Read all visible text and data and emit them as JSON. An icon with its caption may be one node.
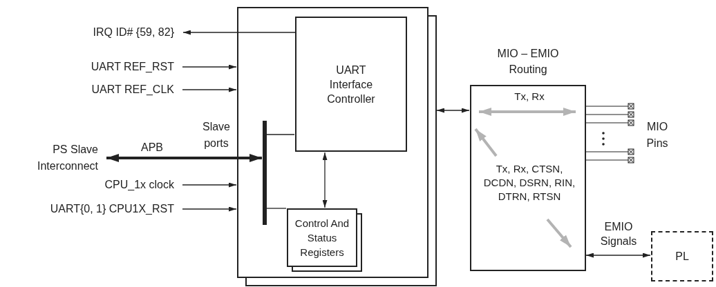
{
  "diagram": {
    "nodes": [
      {
        "text": [],
        "shape": "box"
      },
      {
        "text": [
          "UART Interface Controller"
        ],
        "in": 0
      },
      {
        "text": [
          "Control And Status Registers"
        ],
        "in": 0
      },
      {
        "text": [],
        "shape": "bar",
        "in": 0
      },
      {
        "text": [
          "IRQ ID# {59, 82}"
        ]
      },
      {
        "text": [
          "UART REF_RST"
        ]
      },
      {
        "text": [
          "UART REF_CLK"
        ]
      },
      {
        "text": [
          "PS Slave Interconnect"
        ]
      },
      {
        "text": [
          "CPU_1x clock"
        ]
      },
      {
        "text": [
          "UART{0, 1} CPU1X_RST"
        ]
      },
      {
        "text": [
          "MIO – EMIO Routing",
          "Tx, Rx",
          "Tx, Rx, CTSN, DCDN, DSRN, RIN, DTRN, RTSN"
        ]
      },
      {
        "text": [
          "PL"
        ]
      }
    ],
    "edges": [
      {
        "from": 1,
        "to": 4,
        "arrow": "to"
      },
      {
        "from": 5,
        "to": 0,
        "arrow": "to"
      },
      {
        "from": 6,
        "to": 0,
        "arrow": "to"
      },
      {
        "from": 7,
        "to": 3,
        "arrow": "both",
        "label": "APB",
        "style": "thick"
      },
      {
        "from": 8,
        "to": 0,
        "arrow": "to"
      },
      {
        "from": 9,
        "to": 0,
        "arrow": "to"
      },
      {
        "from": 3,
        "to": 1,
        "arrow": "none"
      },
      {
        "from": 3,
        "to": 2,
        "arrow": "none"
      },
      {
        "from": 1,
        "to": 2,
        "arrow": "both"
      },
      {
        "from": 0,
        "to": 10,
        "arrow": "both"
      },
      {
        "from": 10,
        "to": 11,
        "arrow": "both",
        "label": "EMIO Signals"
      }
    ],
    "labels": [
      "Slave ports",
      "MIO Pins"
    ]
  }
}
